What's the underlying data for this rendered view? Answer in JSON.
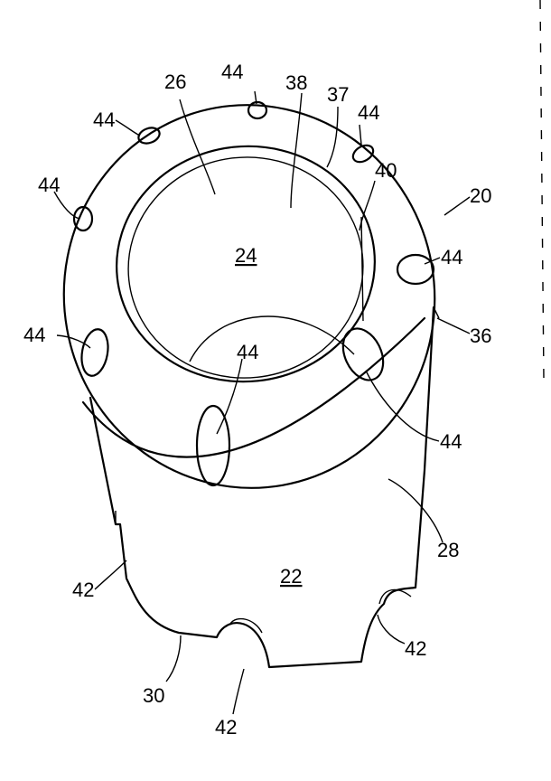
{
  "figure": {
    "labels": {
      "l26": "26",
      "l44a": "44",
      "l44b": "44",
      "l38": "38",
      "l37": "37",
      "l44c": "44",
      "l44d": "44",
      "l40": "40",
      "l20": "20",
      "l24": "24",
      "l44e": "44",
      "l44f": "44",
      "l36": "36",
      "l44g": "44",
      "l44h": "44",
      "l28": "28",
      "l42a": "42",
      "l22": "22",
      "l42b": "42",
      "l30": "30",
      "l42c": "42"
    }
  }
}
